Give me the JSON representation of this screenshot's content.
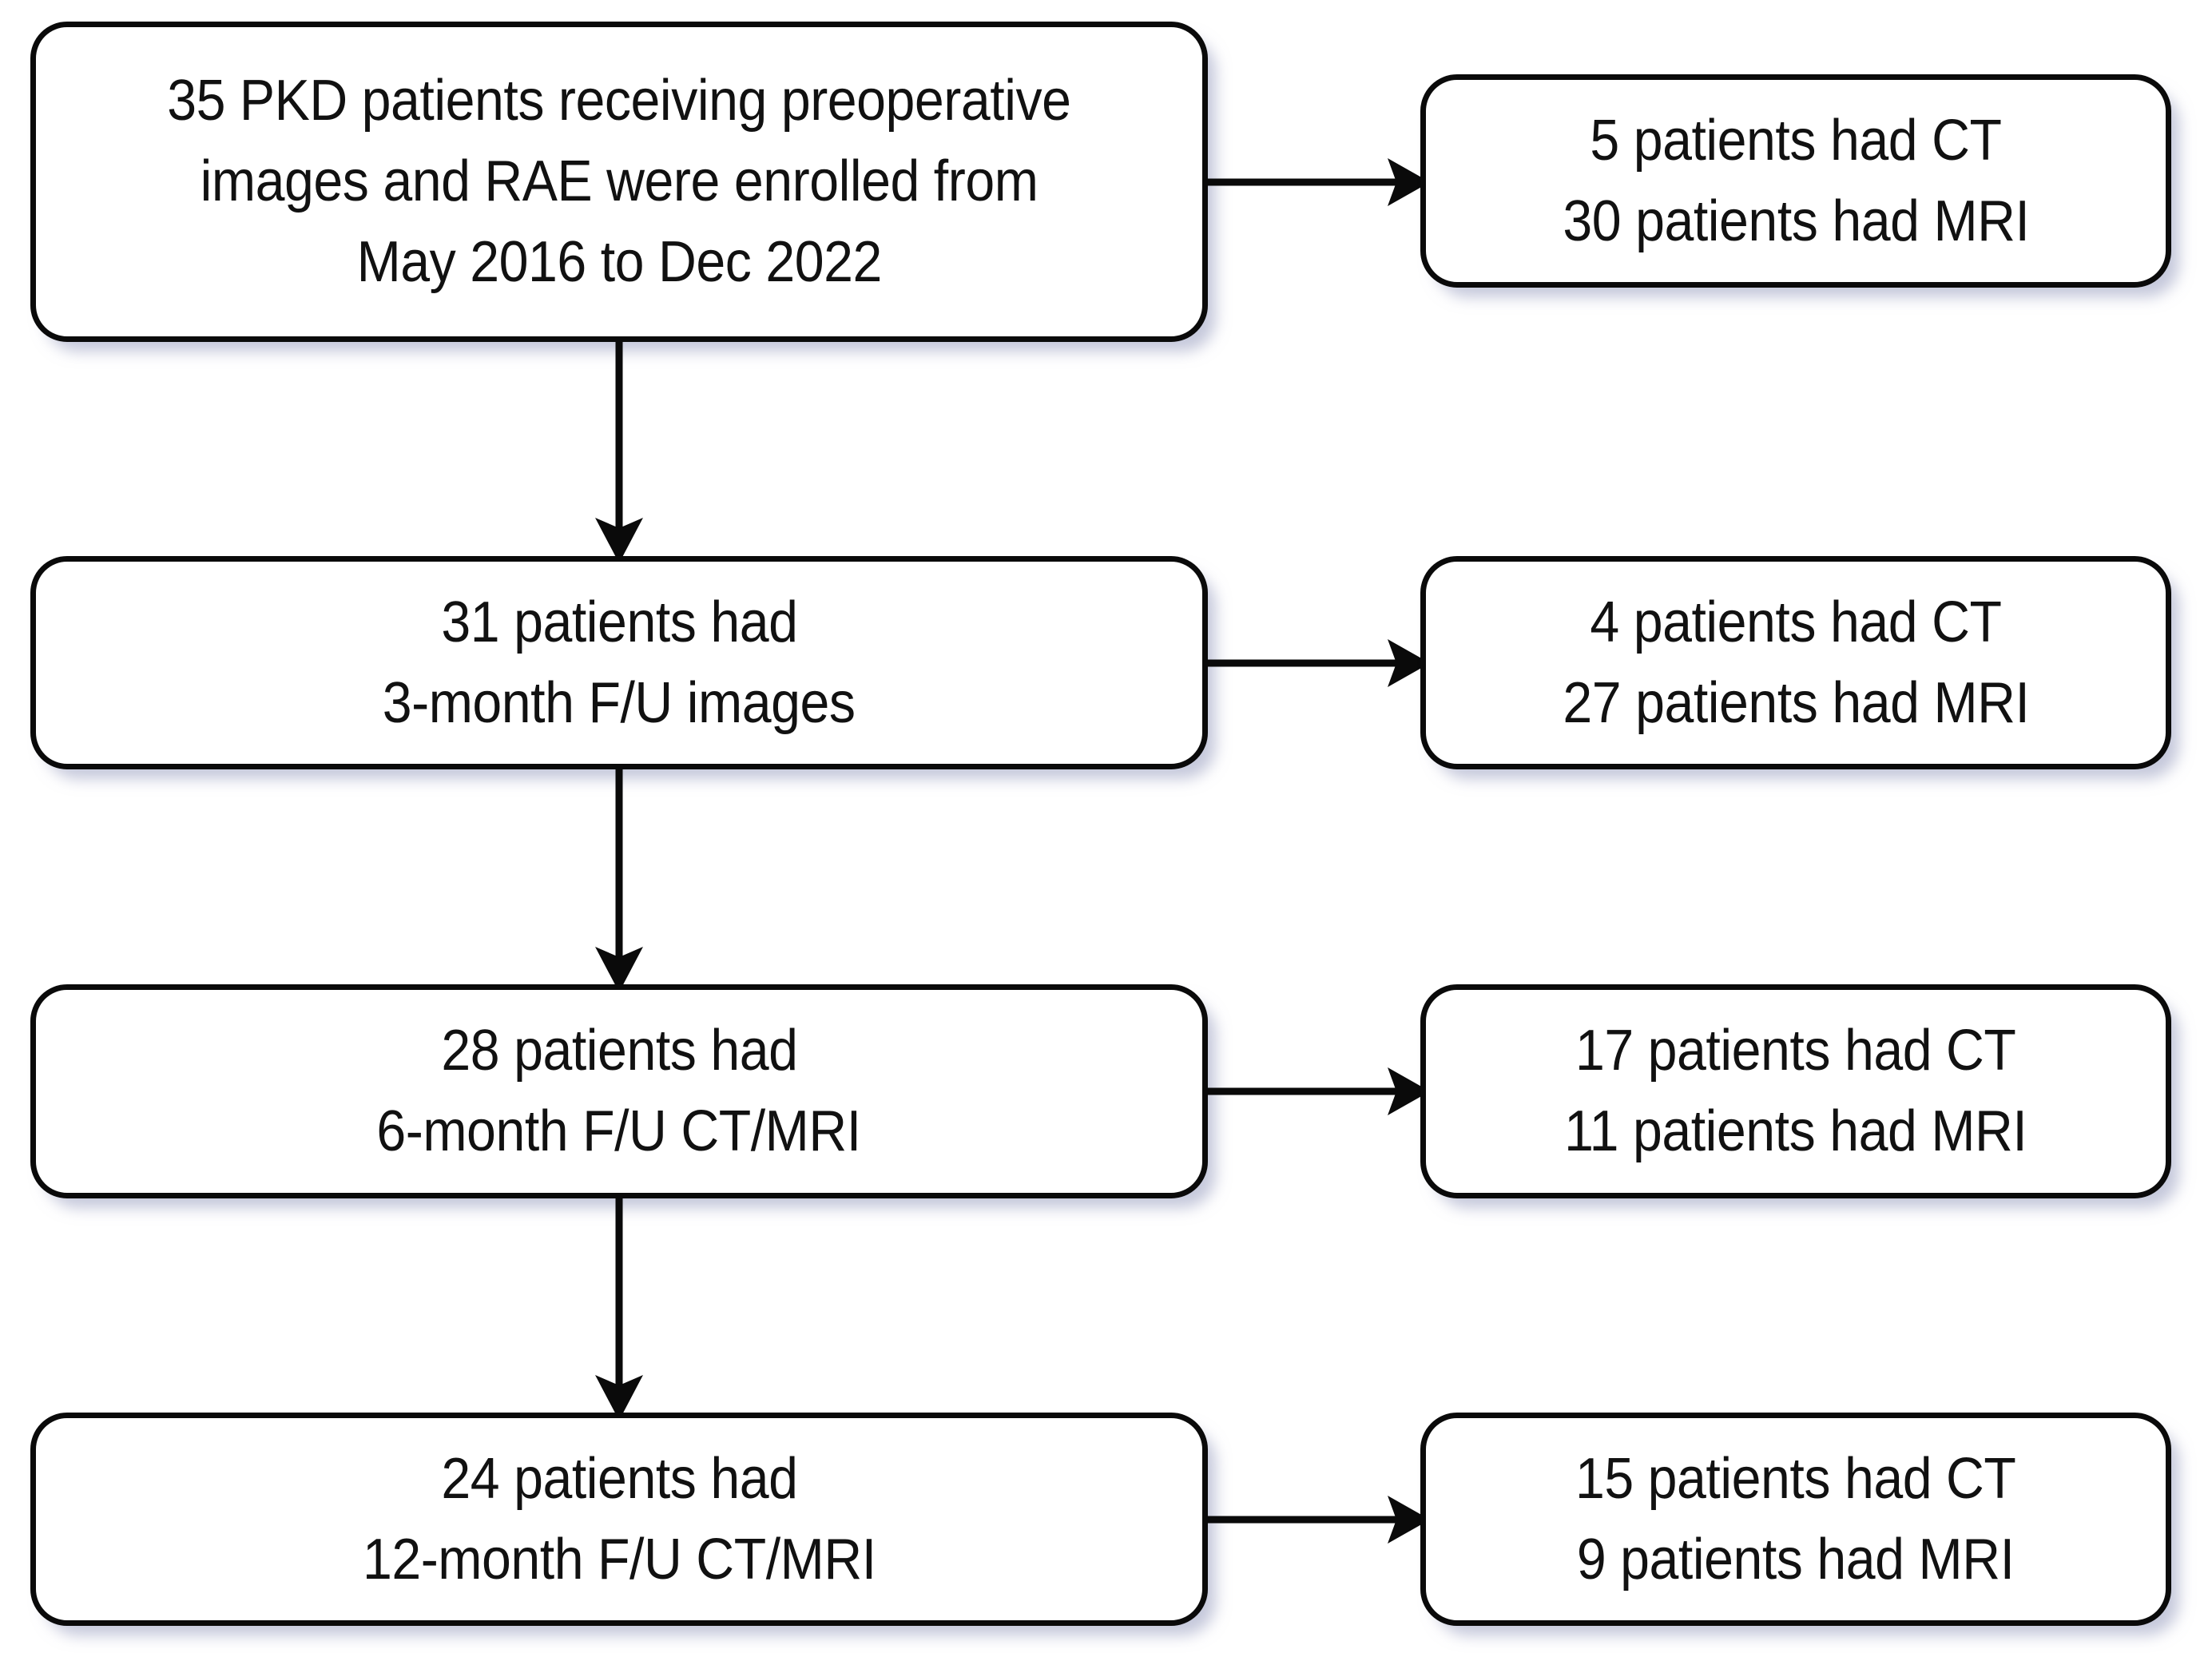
{
  "diagram": {
    "title": "PKD patient enrollment and follow-up imaging flowchart",
    "type": "flowchart",
    "orientation": "top-to-bottom with side branches",
    "colors": {
      "box_border": "#0a0a0a",
      "box_fill": "#ffffff",
      "text": "#111111",
      "arrow": "#0a0a0a",
      "shadow": "#969bbe",
      "background": "#ffffff"
    },
    "main_nodes": [
      {
        "id": "enrollment",
        "lines": [
          "35 PKD patients receiving preoperative",
          "images and RAE were enrolled from",
          "May 2016 to Dec 2022"
        ]
      },
      {
        "id": "followup-3-month",
        "lines": [
          "31 patients had",
          "3-month F/U images"
        ]
      },
      {
        "id": "followup-6-month",
        "lines": [
          "28 patients had",
          "6-month F/U CT/MRI"
        ]
      },
      {
        "id": "followup-12-month",
        "lines": [
          "24 patients had",
          "12-month F/U CT/MRI"
        ]
      }
    ],
    "branch_nodes": [
      {
        "id": "modality-baseline",
        "lines": [
          "5 patients had CT",
          "30 patients had MRI"
        ]
      },
      {
        "id": "modality-3-month",
        "lines": [
          "4 patients had CT",
          "27 patients had MRI"
        ]
      },
      {
        "id": "modality-6-month",
        "lines": [
          "17 patients had CT",
          "11 patients had MRI"
        ]
      },
      {
        "id": "modality-12-month",
        "lines": [
          "15 patients had CT",
          "9 patients had MRI"
        ]
      }
    ],
    "edges": [
      {
        "id": "edge-enrollment-to-baseline-modality",
        "direction": "right"
      },
      {
        "id": "edge-enrollment-to-3-month",
        "direction": "down"
      },
      {
        "id": "edge-3-month-to-modality",
        "direction": "right"
      },
      {
        "id": "edge-3-month-to-6-month",
        "direction": "down"
      },
      {
        "id": "edge-6-month-to-modality",
        "direction": "right"
      },
      {
        "id": "edge-6-month-to-12-month",
        "direction": "down"
      },
      {
        "id": "edge-12-month-to-modality",
        "direction": "right"
      }
    ]
  }
}
